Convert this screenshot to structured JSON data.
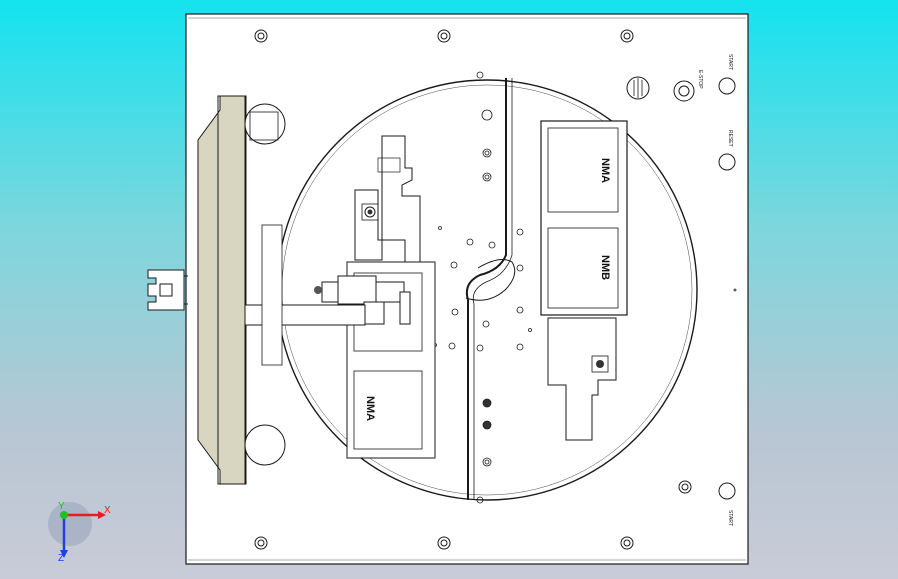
{
  "panel_labels": {
    "estop": "E-STOP",
    "start_top": "START",
    "reset": "RESET",
    "start_bottom": "START"
  },
  "stations": {
    "left": "NMA",
    "right_top": "NMA",
    "right_bottom": "NMB"
  },
  "triad": {
    "x": "X",
    "y": "Y",
    "z": "Z"
  },
  "colors": {
    "background_top": "#13e3ef",
    "background_bottom": "#c9cbd8",
    "plate_fill": "#ffffff",
    "line": "#1a1a1a",
    "fixture_tan": "#d8d5c0",
    "axis_x": "#e02020",
    "axis_y": "#20c020",
    "axis_z": "#2040e0"
  }
}
